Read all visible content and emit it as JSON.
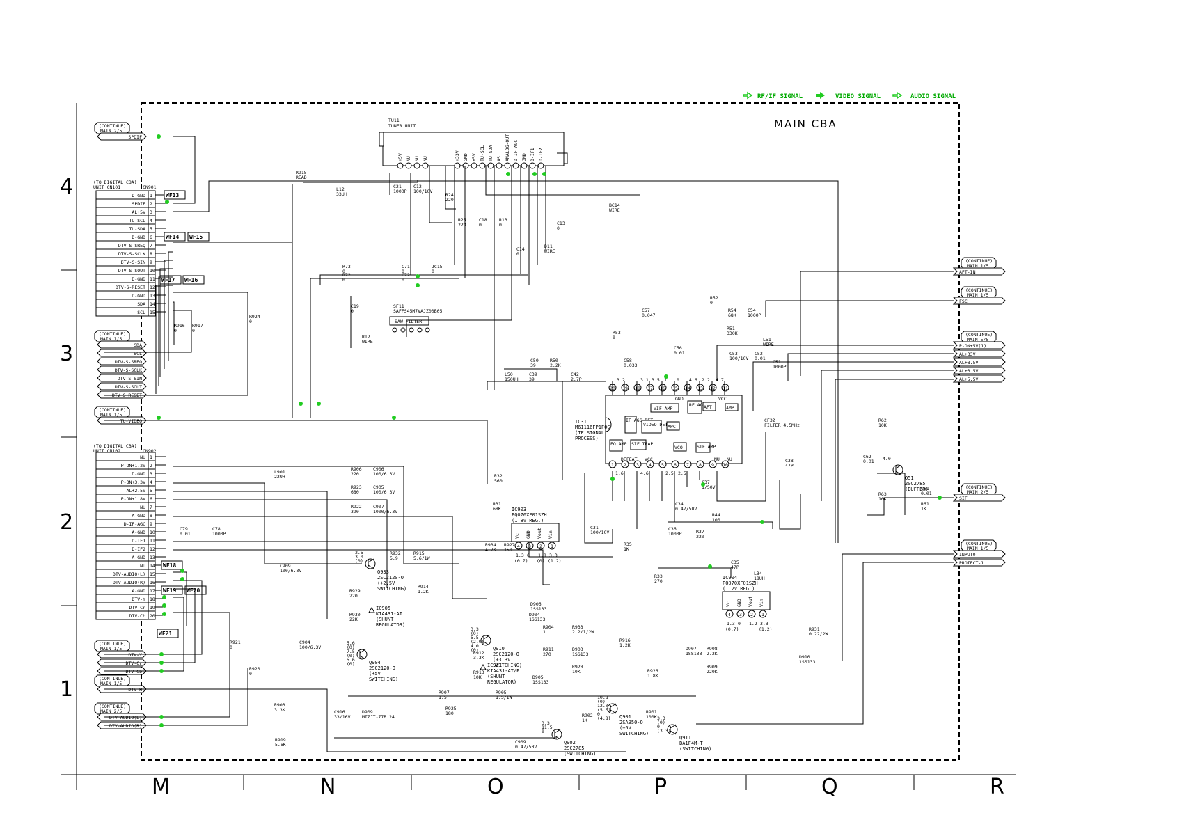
{
  "title": "MAIN CBA",
  "legend": [
    {
      "label": "RF/IF SIGNAL"
    },
    {
      "label": "VIDEO SIGNAL"
    },
    {
      "label": "AUDIO SIGNAL"
    }
  ],
  "colors": {
    "signal": "#22cc22",
    "line": "#000000"
  },
  "grid": {
    "rows": [
      "4",
      "3",
      "2",
      "1"
    ],
    "cols": [
      "M",
      "N",
      "O",
      "P",
      "Q",
      "R"
    ]
  },
  "cn901": {
    "ref": "CN901",
    "dest": [
      "(TO DIGITAL CBA)",
      "UNIT CN101"
    ],
    "pins": [
      {
        "n": "1",
        "label": "D-GND"
      },
      {
        "n": "2",
        "label": "SPDIF"
      },
      {
        "n": "3",
        "label": "AL+5V"
      },
      {
        "n": "4",
        "label": "TU-SCL"
      },
      {
        "n": "5",
        "label": "TU-SDA"
      },
      {
        "n": "6",
        "label": "D-GND"
      },
      {
        "n": "7",
        "label": "DTV-S-SREQ"
      },
      {
        "n": "8",
        "label": "DTV-S-SCLK"
      },
      {
        "n": "9",
        "label": "DTV-S-SIN"
      },
      {
        "n": "10",
        "label": "DTV-S-SOUT"
      },
      {
        "n": "11",
        "label": "D-GND"
      },
      {
        "n": "12",
        "label": "DTV-S-RESET"
      },
      {
        "n": "13",
        "label": "D-GND"
      },
      {
        "n": "14",
        "label": "SDA"
      },
      {
        "n": "15",
        "label": "SCL"
      }
    ]
  },
  "cn902": {
    "ref": "CN902",
    "dest": [
      "(TO DIGITAL CBA)",
      "UNIT CN102"
    ],
    "pins": [
      {
        "n": "1",
        "label": "NU"
      },
      {
        "n": "2",
        "label": "P-ON+1.2V"
      },
      {
        "n": "3",
        "label": "D-GND"
      },
      {
        "n": "4",
        "label": "P-ON+3.3V"
      },
      {
        "n": "5",
        "label": "AL+2.5V"
      },
      {
        "n": "6",
        "label": "P-ON+1.8V"
      },
      {
        "n": "7",
        "label": "NU"
      },
      {
        "n": "8",
        "label": "A-GND"
      },
      {
        "n": "9",
        "label": "D-IF-AGC"
      },
      {
        "n": "10",
        "label": "A-GND"
      },
      {
        "n": "11",
        "label": "D-IF1"
      },
      {
        "n": "12",
        "label": "D-IF2"
      },
      {
        "n": "13",
        "label": "A-GND"
      },
      {
        "n": "14",
        "label": "NU"
      },
      {
        "n": "15",
        "label": "DTV-AUDIO(L)"
      },
      {
        "n": "16",
        "label": "DTV-AUDIO(R)"
      },
      {
        "n": "17",
        "label": "A-GND"
      },
      {
        "n": "18",
        "label": "DTV-Y"
      },
      {
        "n": "19",
        "label": "DTV-Cr"
      },
      {
        "n": "20",
        "label": "DTV-Cb"
      }
    ]
  },
  "left_ports": [
    {
      "cont": [
        "(CONTINUE)",
        "MAIN 2/5"
      ],
      "signals": [
        "SPDIF"
      ]
    },
    {
      "cont": [
        "(CONTINUE)",
        "MAIN 1/5"
      ],
      "signals": [
        "SDA",
        "SCL",
        "DTV-S-SREQ",
        "DTV-S-SCLK",
        "DTV-S-SIN",
        "DTV-S-SOUT",
        "DTV-S-RESET"
      ]
    },
    {
      "cont": [
        "(CONTINUE)",
        "MAIN 1/5"
      ],
      "signals": [
        "TU-VIDEO"
      ]
    },
    {
      "cont": [
        "(CONTINUE)",
        "MAIN 1/5"
      ],
      "signals": [
        "DTV-Y",
        "DTV-Cr",
        "DTV-Cb"
      ]
    },
    {
      "cont": [
        "(CONTINUE)",
        "MAIN 1/5"
      ],
      "signals": [
        "DTV-H"
      ]
    },
    {
      "cont": [
        "(CONTINUE)",
        "MAIN 2/5"
      ],
      "signals": [
        "DTV-AUDIO(L)",
        "DTV-AUDIO(R)"
      ]
    }
  ],
  "right_ports": [
    {
      "cont": [
        "(CONTINUE)",
        "MAIN 1/5"
      ],
      "signals": [
        "AFT-IN"
      ]
    },
    {
      "cont": [
        "(CONTINUE)",
        "MAIN 1/5"
      ],
      "signals": [
        "FSC"
      ]
    },
    {
      "cont": [
        "(CONTINUE)",
        "MAIN 5/5"
      ],
      "signals": [
        "P-ON+5V(1)",
        "AL+33V",
        "AL+8.5V",
        "AL+3.5V",
        "AL+5.5V"
      ]
    },
    {
      "cont": [
        "(CONTINUE)",
        "MAIN 2/5"
      ],
      "signals": [
        "SIF"
      ]
    },
    {
      "cont": [
        "(CONTINUE)",
        "MAIN 1/5"
      ],
      "signals": [
        "INPUT0",
        "PROTECT-1"
      ]
    }
  ],
  "tuner": {
    "ref": "TU11",
    "name": "TUNER UNIT",
    "pins": [
      "+5V",
      "NU",
      "NU",
      "NU",
      "+33V",
      "GND",
      "+5V",
      "TU-SCL",
      "TU-SDA",
      "AS",
      "ANALOG-OUT",
      "D-IF-AGC",
      "GND",
      "D-IF1",
      "D-IF2"
    ]
  },
  "ic31": {
    "ref": "IC31",
    "part": "M61116FP1F0G",
    "desc": [
      "(IF SIGNAL",
      "PROCESS)"
    ],
    "top_pins": [
      "20",
      "19",
      "18",
      "17",
      "16",
      "15",
      "14",
      "13",
      "12",
      "11"
    ],
    "bottom_pins": [
      "1",
      "2",
      "3",
      "4",
      "5",
      "6",
      "7",
      "8",
      "9",
      "10"
    ],
    "top_volts": [
      "3.2",
      "3.1",
      "3.5",
      "1",
      "0",
      "4.6",
      "2.2",
      "4.7"
    ],
    "bottom_volts": [
      "1.6",
      "4.6",
      "2.5",
      "2.5"
    ],
    "blocks": [
      "VIF AMP",
      "RF AGC",
      "AFT",
      "AMP",
      "IF AGC DET",
      "VIDEO DET",
      "APC",
      "VCO",
      "SIF AMP",
      "EQ AMP",
      "SIF TRAP"
    ],
    "labels": [
      "GND",
      "VCC",
      "DEFEAT",
      "VCC",
      "NU",
      "NU"
    ]
  },
  "regs": [
    {
      "ref": "IC903",
      "part": "PQ070XF01SZH",
      "desc": "(1.8V REG.)",
      "pins": [
        "4",
        "3",
        "2",
        "1"
      ],
      "pin_names": [
        "Vc",
        "GND",
        "Vout",
        "Vin"
      ],
      "volts": [
        "1.3",
        "0",
        "1.8",
        "3.3"
      ],
      "volts2": [
        "(0.7)",
        "",
        "(0)",
        "(1.2)"
      ]
    },
    {
      "ref": "IC904",
      "part": "PQ070XF01SZH",
      "desc": "(1.2V REG.)",
      "pins": [
        "4",
        "3",
        "2",
        "1"
      ],
      "pin_names": [
        "Vc",
        "GND",
        "Vout",
        "Vin"
      ],
      "volts": [
        "1.3",
        "0",
        "1.2",
        "3.3"
      ],
      "volts2": [
        "(0.7)",
        "",
        "",
        "(1.2)"
      ]
    }
  ],
  "transistors": [
    {
      "ref": "Q933",
      "part": "2SC2120-O",
      "desc": [
        "(+2.5V",
        "SWITCHING)"
      ],
      "volts": [
        "2.5",
        "3.0",
        "(0)"
      ]
    },
    {
      "ref": "Q904",
      "part": "2SC2120-O",
      "desc": [
        "(+5V",
        "SWITCHING)"
      ],
      "volts": [
        "5.6",
        "(0)",
        "7.5",
        "(0)",
        "5.6",
        "(0)"
      ]
    },
    {
      "ref": "Q910",
      "part": "2SC2120-O",
      "desc": [
        "(+3.3V",
        "SWITCHING)"
      ],
      "volts": [
        "3.3",
        "(0)",
        "5.5",
        "(2.0)",
        "4.0",
        "(0)"
      ]
    },
    {
      "ref": "Q902",
      "part": "2SC2785",
      "desc": [
        "(SWITCHING)"
      ],
      "volts": [
        "3.3",
        "11.5",
        "0"
      ]
    },
    {
      "ref": "Q901",
      "part": "2SA950-O",
      "desc": [
        "(+5V",
        "SWITCHING)"
      ],
      "volts": [
        "10.8",
        "(0)",
        "12.0",
        "(5.0)",
        "0",
        "(4.8)"
      ]
    },
    {
      "ref": "Q911",
      "part": "BA1F4M-T",
      "desc": [
        "(SWITCHING)"
      ],
      "volts": [
        "3.3",
        "(0)",
        "0",
        "(3.3)"
      ]
    },
    {
      "ref": "Q51",
      "part": "2SC2785",
      "desc": [
        "(BUFFER)"
      ],
      "volts": [
        "4.0"
      ]
    }
  ],
  "shunts": [
    {
      "ref": "IC905",
      "part": "KIA431-AT",
      "desc": [
        "(SHUNT",
        "REGULATOR)"
      ]
    },
    {
      "ref": "IC911",
      "part": "KIA431-AT/P",
      "desc": [
        "(SHUNT",
        "REGULATOR)"
      ]
    }
  ],
  "components": [
    {
      "ref": "R915",
      "val": "READ"
    },
    {
      "ref": "L12",
      "val": "33UH"
    },
    {
      "ref": "C21",
      "val": "1000P"
    },
    {
      "ref": "C12",
      "val": "100/10V"
    },
    {
      "ref": "R24",
      "val": "220"
    },
    {
      "ref": "R25",
      "val": "220"
    },
    {
      "ref": "C18",
      "val": "0"
    },
    {
      "ref": "R13",
      "val": "0"
    },
    {
      "ref": "C14",
      "val": "0"
    },
    {
      "ref": "D11",
      "val": "WIRE"
    },
    {
      "ref": "C13",
      "val": "0"
    },
    {
      "ref": "BC14",
      "val": "WIRE"
    },
    {
      "ref": "R73",
      "val": "0"
    },
    {
      "ref": "R72",
      "val": "0"
    },
    {
      "ref": "C71",
      "val": "0"
    },
    {
      "ref": "C72",
      "val": "0"
    },
    {
      "ref": "JC15",
      "val": "0"
    },
    {
      "ref": "C19",
      "val": "0"
    },
    {
      "ref": "SF11",
      "val": "SAFFS45M7VAJZ00B05"
    },
    {
      "ref": "R12",
      "val": "WIRE"
    },
    {
      "ref": "R916",
      "val": "0"
    },
    {
      "ref": "R917",
      "val": "0"
    },
    {
      "ref": "R924",
      "val": "0"
    },
    {
      "ref": "C57",
      "val": "0.047"
    },
    {
      "ref": "R52",
      "val": "0"
    },
    {
      "ref": "R54",
      "val": "68K"
    },
    {
      "ref": "C54",
      "val": "1000P"
    },
    {
      "ref": "R51",
      "val": "330K"
    },
    {
      "ref": "R53",
      "val": "0"
    },
    {
      "ref": "L51",
      "val": "WIRE"
    },
    {
      "ref": "C56",
      "val": "0.01"
    },
    {
      "ref": "C53",
      "val": "100/10V"
    },
    {
      "ref": "C52",
      "val": "0.01"
    },
    {
      "ref": "C51",
      "val": "1000P"
    },
    {
      "ref": "C58",
      "val": "0.033"
    },
    {
      "ref": "C50",
      "val": "39"
    },
    {
      "ref": "R50",
      "val": "2.2K"
    },
    {
      "ref": "L50",
      "val": "150UH"
    },
    {
      "ref": "C39",
      "val": "39"
    },
    {
      "ref": "C42",
      "val": "2.7P"
    },
    {
      "ref": "CF32",
      "val": "FILTER 4.5MHz"
    },
    {
      "ref": "R62",
      "val": "10K"
    },
    {
      "ref": "C62",
      "val": "0.01"
    },
    {
      "ref": "C38",
      "val": "47P"
    },
    {
      "ref": "R63",
      "val": "10K"
    },
    {
      "ref": "C61",
      "val": "0.01"
    },
    {
      "ref": "R61",
      "val": "1K"
    },
    {
      "ref": "C37",
      "val": "1/50V"
    },
    {
      "ref": "C34",
      "val": "0.47/50V"
    },
    {
      "ref": "R44",
      "val": "100"
    },
    {
      "ref": "C36",
      "val": "1000P"
    },
    {
      "ref": "R37",
      "val": "220"
    },
    {
      "ref": "C31",
      "val": "100/10V"
    },
    {
      "ref": "R35",
      "val": "1K"
    },
    {
      "ref": "R32",
      "val": "560"
    },
    {
      "ref": "R31",
      "val": "68K"
    },
    {
      "ref": "R33",
      "val": "270"
    },
    {
      "ref": "C35",
      "val": "47P"
    },
    {
      "ref": "L34",
      "val": "18UH"
    },
    {
      "ref": "L901",
      "val": "22UH"
    },
    {
      "ref": "R906",
      "val": "220"
    },
    {
      "ref": "C906",
      "val": "100/6.3V"
    },
    {
      "ref": "R923",
      "val": "680"
    },
    {
      "ref": "C905",
      "val": "100/6.3V"
    },
    {
      "ref": "R922",
      "val": "390"
    },
    {
      "ref": "C907",
      "val": "1000/6.3V"
    },
    {
      "ref": "C79",
      "val": "0.01"
    },
    {
      "ref": "C78",
      "val": "1000P"
    },
    {
      "ref": "R934",
      "val": "4.7K"
    },
    {
      "ref": "R927",
      "val": "150"
    },
    {
      "ref": "R932",
      "val": "5.9"
    },
    {
      "ref": "R915",
      "val": "5.6/1W"
    },
    {
      "ref": "R914",
      "val": "1.2K"
    },
    {
      "ref": "R929",
      "val": "220"
    },
    {
      "ref": "R930",
      "val": "22K"
    },
    {
      "ref": "C909",
      "val": "100/6.3V"
    },
    {
      "ref": "C904",
      "val": "100/6.3V"
    },
    {
      "ref": "D906",
      "val": "1SS133"
    },
    {
      "ref": "D904",
      "val": "1SS133"
    },
    {
      "ref": "R904",
      "val": "1"
    },
    {
      "ref": "R933",
      "val": "2.2/1/2W"
    },
    {
      "ref": "R916",
      "val": "1.2K"
    },
    {
      "ref": "R911",
      "val": "270"
    },
    {
      "ref": "D903",
      "val": "1SS133"
    },
    {
      "ref": "R928",
      "val": "10K"
    },
    {
      "ref": "D905",
      "val": "1SS133"
    },
    {
      "ref": "R912",
      "val": "3.3K"
    },
    {
      "ref": "R913",
      "val": "10K"
    },
    {
      "ref": "D907",
      "val": "1SS133"
    },
    {
      "ref": "R908",
      "val": "2.2K"
    },
    {
      "ref": "R909",
      "val": "220K"
    },
    {
      "ref": "R926",
      "val": "1.8K"
    },
    {
      "ref": "R931",
      "val": "0.22/2W"
    },
    {
      "ref": "D910",
      "val": "1SS133"
    },
    {
      "ref": "R907",
      "val": "1.5"
    },
    {
      "ref": "R905",
      "val": "1.5/1W"
    },
    {
      "ref": "R925",
      "val": "180"
    },
    {
      "ref": "R921",
      "val": "0"
    },
    {
      "ref": "R920",
      "val": "0"
    },
    {
      "ref": "R903",
      "val": "3.3K"
    },
    {
      "ref": "C916",
      "val": "33/16V"
    },
    {
      "ref": "D909",
      "val": "MTZJT-77B.24"
    },
    {
      "ref": "R919",
      "val": "5.6K"
    },
    {
      "ref": "R902",
      "val": "1K"
    },
    {
      "ref": "R901",
      "val": "100K"
    },
    {
      "ref": "C909",
      "val": "0.47/50V"
    }
  ],
  "saw_filter": "SAW FILTER",
  "wf_labels": [
    "WF13",
    "WF14",
    "WF15",
    "WF17",
    "WF16",
    "WF18",
    "WF19",
    "WF20",
    "WF21"
  ]
}
